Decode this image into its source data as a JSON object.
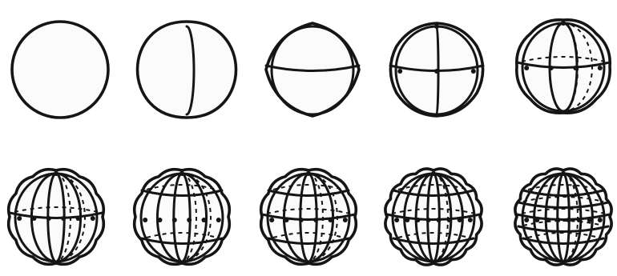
{
  "figure": {
    "background": "#ffffff",
    "line_color": "#151515",
    "stages": [
      {
        "id": 1,
        "meridians": 0,
        "latitude_lines": 0
      },
      {
        "id": 2,
        "meridians": 1,
        "latitude_lines": 0
      },
      {
        "id": 3,
        "meridians": 2,
        "latitude_lines": 1
      },
      {
        "id": 4,
        "meridians": 3,
        "latitude_lines": 1
      },
      {
        "id": 5,
        "meridians": 4,
        "latitude_lines": 1
      },
      {
        "id": 6,
        "meridians": 6,
        "latitude_lines": 1
      },
      {
        "id": 7,
        "meridians": 6,
        "latitude_lines": 2
      },
      {
        "id": 8,
        "meridians": 6,
        "latitude_lines": 3
      },
      {
        "id": 9,
        "meridians": 8,
        "latitude_lines": 3
      },
      {
        "id": 10,
        "meridians": 8,
        "latitude_lines": 5
      }
    ]
  }
}
